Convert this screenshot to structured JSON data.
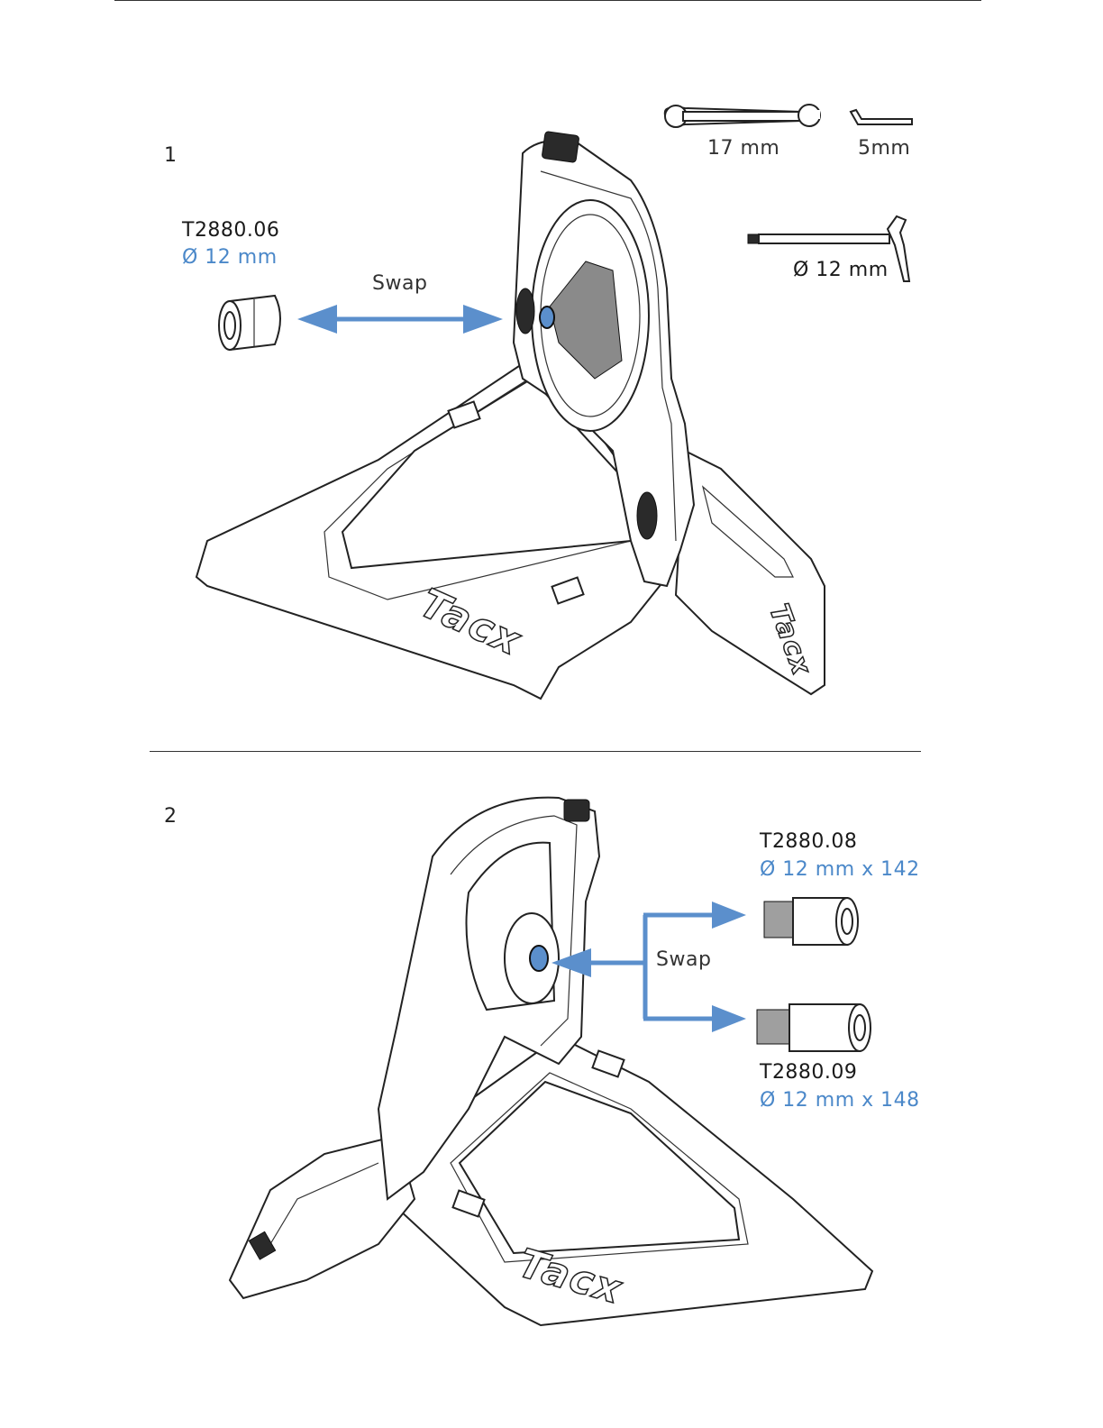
{
  "steps": {
    "one": "1",
    "two": "2"
  },
  "tools": {
    "wrench_label": "17 mm",
    "hex_key_label": "5mm",
    "axle_label": "Ø 12 mm"
  },
  "step1": {
    "part_number": "T2880.06",
    "part_spec": "Ø 12 mm",
    "swap_label": "Swap"
  },
  "step2": {
    "swap_label": "Swap",
    "part_a_number": "T2880.08",
    "part_a_spec": "Ø 12 mm x 142",
    "part_b_number": "T2880.09",
    "part_b_spec": "Ø 12 mm x 148"
  },
  "brand": {
    "logo_text": "Tacx"
  },
  "colors": {
    "accent": "#5b8fcc",
    "line": "#222222"
  }
}
